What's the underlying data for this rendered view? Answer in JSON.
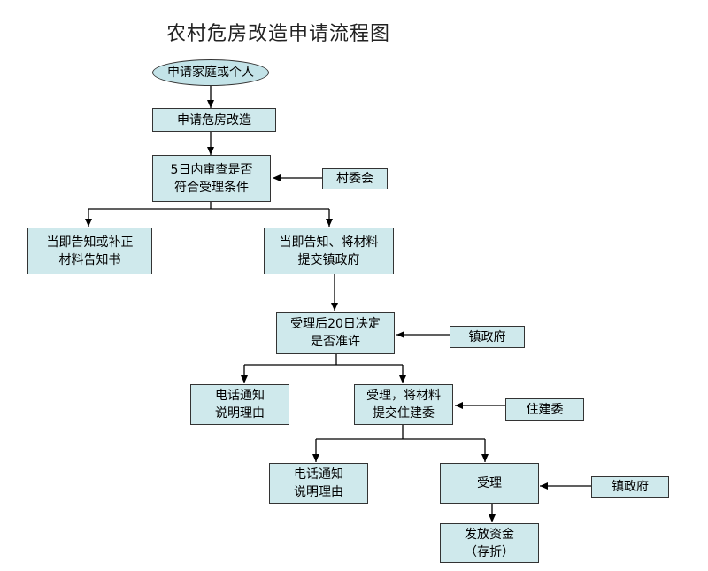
{
  "title": "农村危房改造申请流程图",
  "nodes": {
    "applicant": "申请家庭或个人",
    "apply": "申请危房改造",
    "review5": "5日内审查是否\n符合受理条件",
    "village": "村委会",
    "notify_correct": "当即告知或补正\n材料告知书",
    "notify_submit": "当即告知、将材料\n提交镇政府",
    "decide20": "受理后20日决定\n是否准许",
    "town1": "镇政府",
    "phone1": "电话通知\n说明理由",
    "accept_submit": "受理，将材料\n提交住建委",
    "construction": "住建委",
    "phone2": "电话通知\n说明理由",
    "accept": "受理",
    "town2": "镇政府",
    "fund": "发放资金\n（存折）"
  }
}
